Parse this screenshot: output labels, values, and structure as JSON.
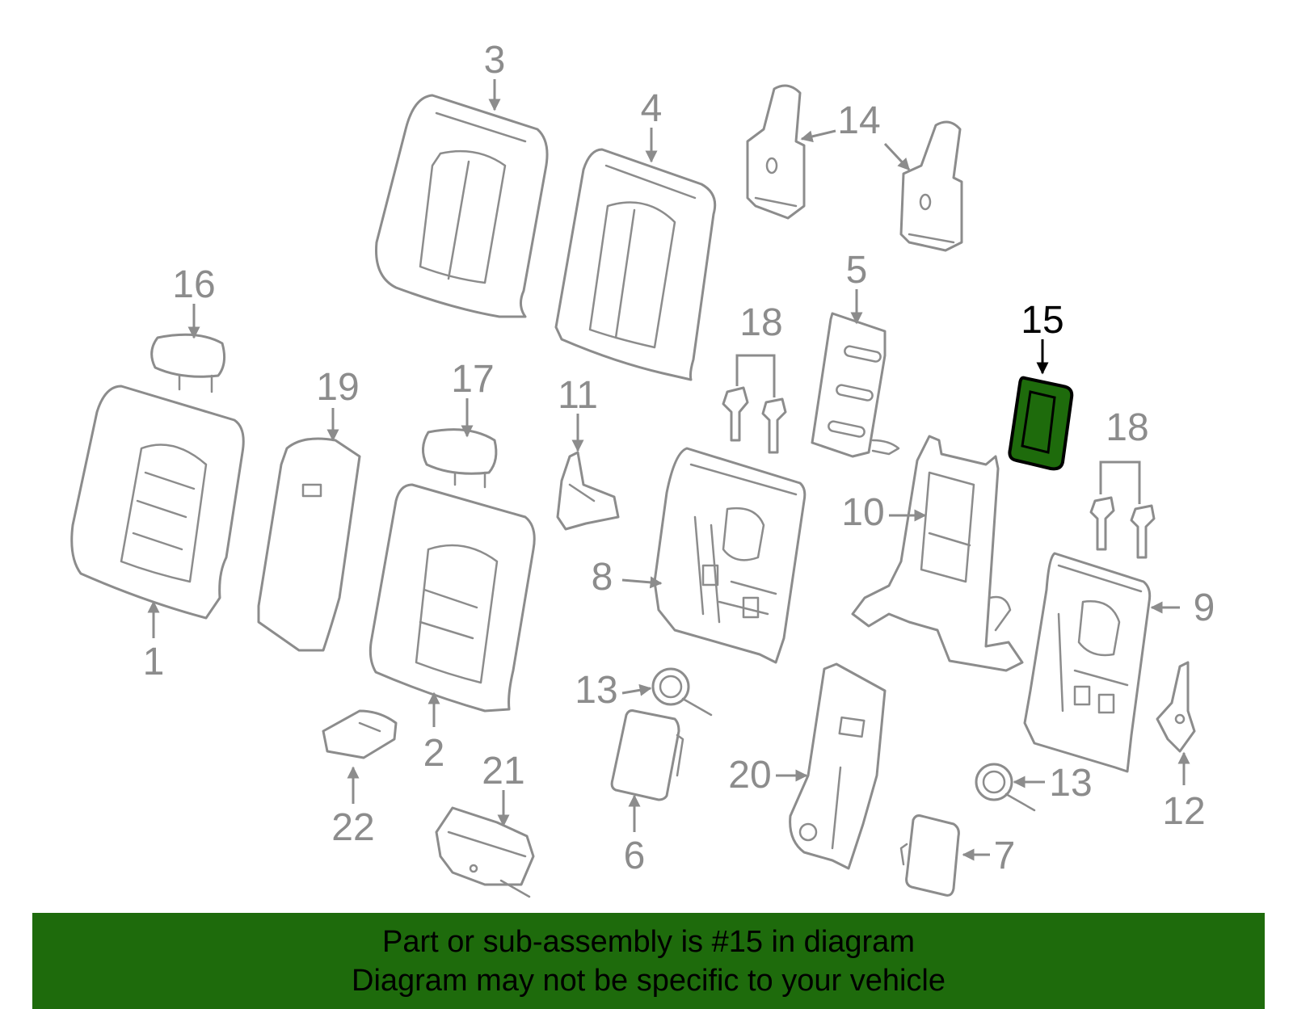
{
  "diagram": {
    "highlighted_part": "15",
    "highlight_color": "#1e6b0c",
    "line_color": "#8c8c8c",
    "labels": {
      "n1": "1",
      "n2": "2",
      "n3": "3",
      "n4": "4",
      "n5": "5",
      "n6": "6",
      "n7": "7",
      "n8": "8",
      "n9": "9",
      "n10": "10",
      "n11": "11",
      "n12": "12",
      "n13a": "13",
      "n13b": "13",
      "n14": "14",
      "n15": "15",
      "n16": "16",
      "n17": "17",
      "n18a": "18",
      "n18b": "18",
      "n19": "19",
      "n20": "20",
      "n21": "21",
      "n22": "22"
    }
  },
  "banner": {
    "line1": "Part or sub-assembly is #15 in diagram",
    "line2": "Diagram may not be specific to your vehicle",
    "background": "#1e6b0c"
  }
}
